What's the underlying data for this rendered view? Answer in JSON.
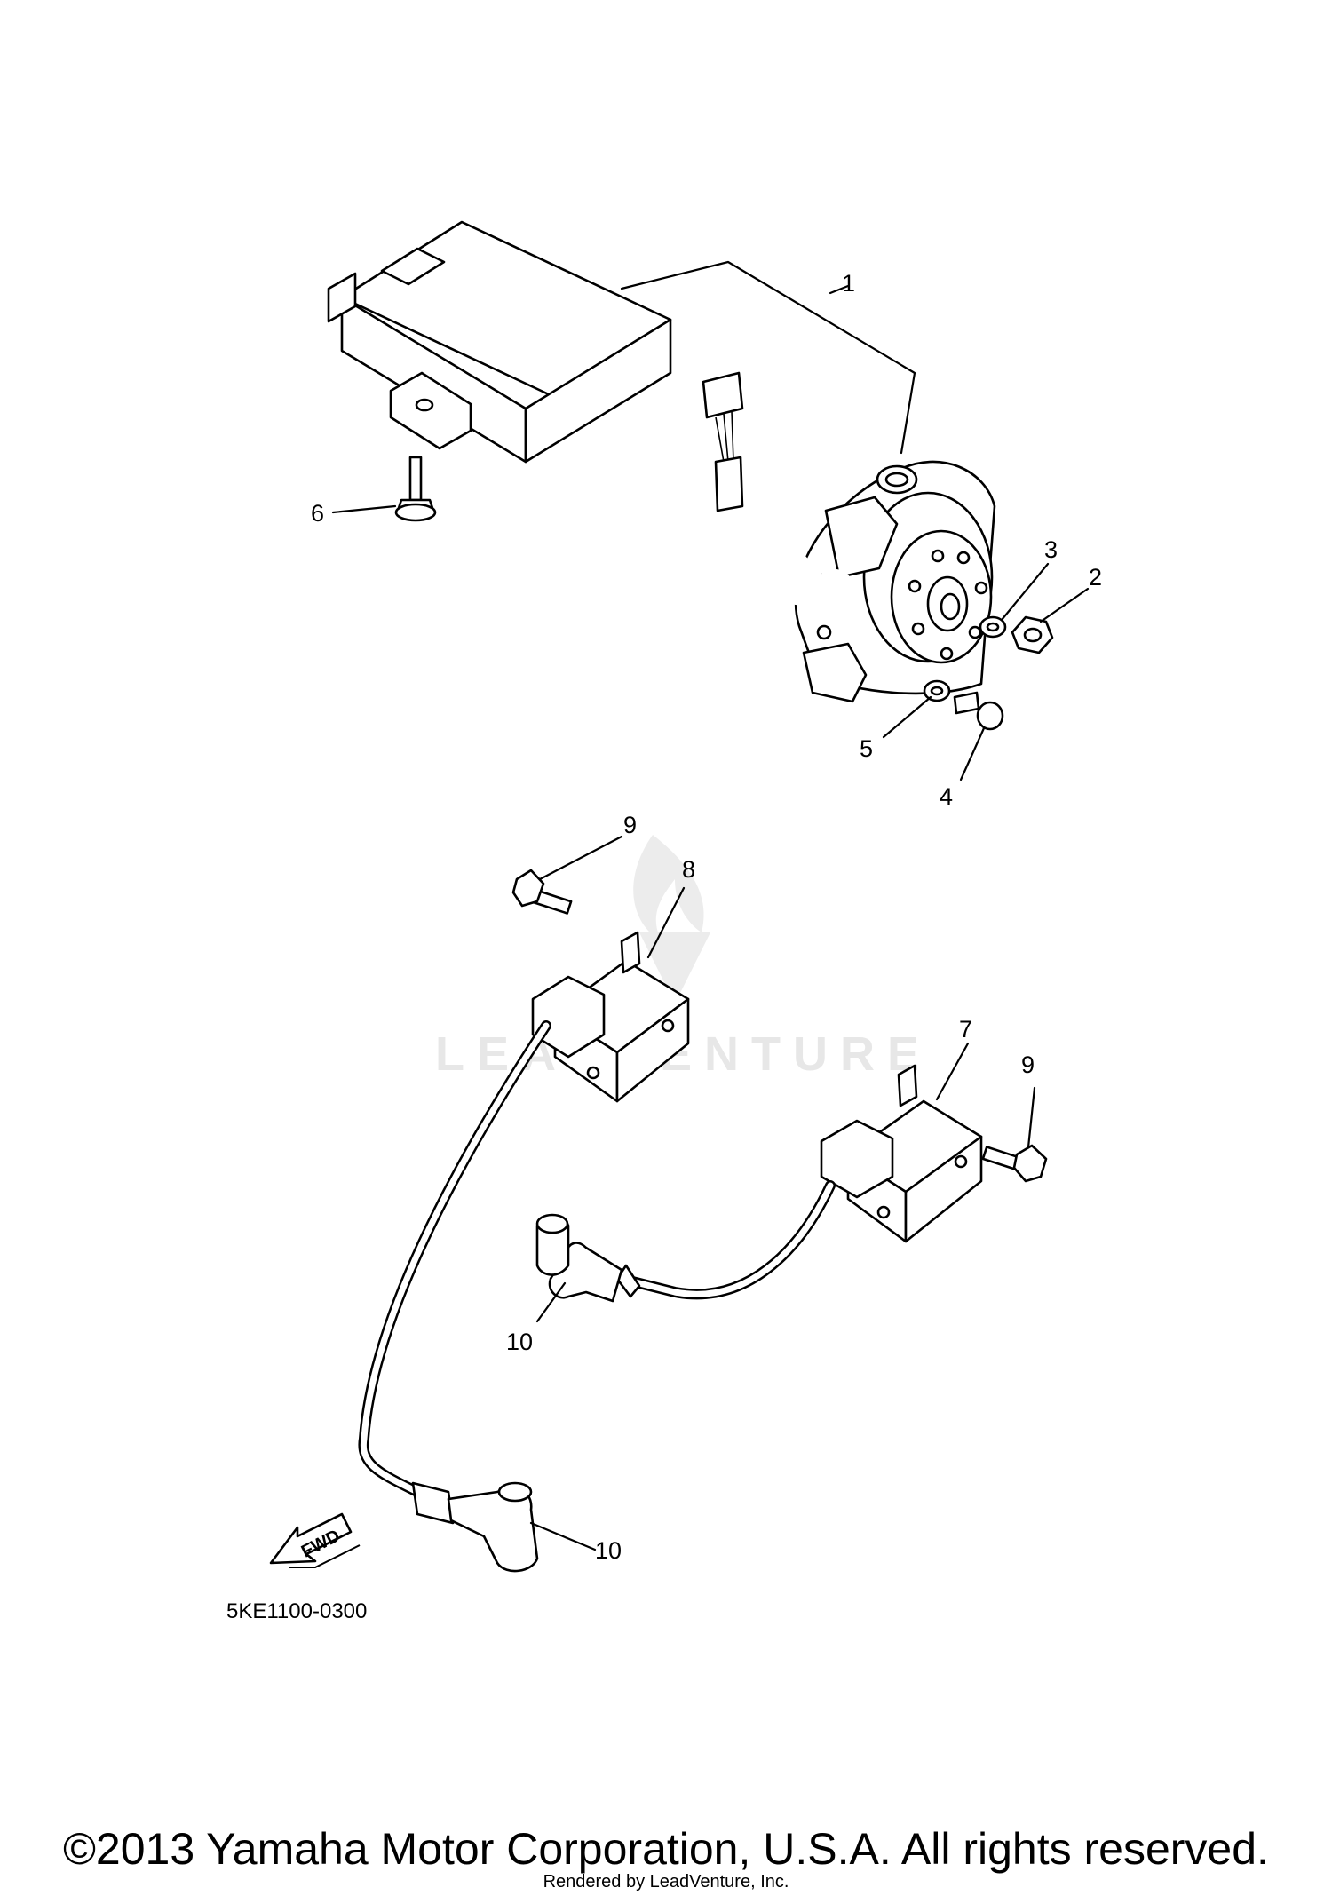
{
  "diagram": {
    "part_code": "5KE1100-0300",
    "fwd_label": "FWD",
    "watermark": "LEADVENTURE",
    "callouts": [
      {
        "id": "c1",
        "label": "1"
      },
      {
        "id": "c2",
        "label": "2"
      },
      {
        "id": "c3",
        "label": "3"
      },
      {
        "id": "c4",
        "label": "4"
      },
      {
        "id": "c5",
        "label": "5"
      },
      {
        "id": "c6",
        "label": "6"
      },
      {
        "id": "c7",
        "label": "7"
      },
      {
        "id": "c8",
        "label": "8"
      },
      {
        "id": "c9a",
        "label": "9"
      },
      {
        "id": "c9b",
        "label": "9"
      },
      {
        "id": "c10a",
        "label": "10"
      },
      {
        "id": "c10b",
        "label": "10"
      }
    ]
  },
  "footer": {
    "copyright": "©2013 Yamaha Motor Corporation, U.S.A. All rights reserved.",
    "rendered_by": "Rendered by LeadVenture, Inc."
  }
}
